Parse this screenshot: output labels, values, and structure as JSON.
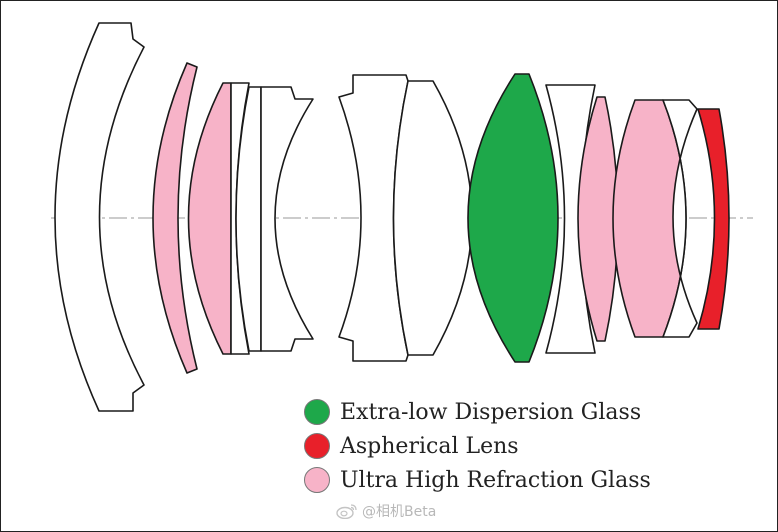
{
  "colors": {
    "extra_low_dispersion": "#1ea84a",
    "aspherical": "#e8202a",
    "ultra_high_refraction": "#f7b3c8",
    "plain_glass": "#ffffff"
  },
  "elements": [
    {
      "name": "lens-element-1",
      "glass": "plain_glass"
    },
    {
      "name": "lens-element-2",
      "glass": "ultra_high_refraction"
    },
    {
      "name": "lens-element-3",
      "glass": "ultra_high_refraction"
    },
    {
      "name": "lens-element-4",
      "glass": "plain_glass"
    },
    {
      "name": "lens-element-5",
      "glass": "plain_glass"
    },
    {
      "name": "lens-element-6",
      "glass": "plain_glass"
    },
    {
      "name": "lens-element-7",
      "glass": "plain_glass"
    },
    {
      "name": "lens-element-8",
      "glass": "plain_glass"
    },
    {
      "name": "lens-element-9",
      "glass": "extra_low_dispersion"
    },
    {
      "name": "lens-element-10",
      "glass": "plain_glass"
    },
    {
      "name": "lens-element-11",
      "glass": "ultra_high_refraction"
    },
    {
      "name": "lens-element-12",
      "glass": "ultra_high_refraction"
    },
    {
      "name": "lens-element-13",
      "glass": "plain_glass"
    },
    {
      "name": "lens-element-14",
      "glass": "aspherical"
    }
  ],
  "legend": {
    "items": [
      {
        "label": "Extra-low Dispersion Glass",
        "glass": "extra_low_dispersion"
      },
      {
        "label": "Aspherical Lens",
        "glass": "aspherical"
      },
      {
        "label": "Ultra High Refraction Glass",
        "glass": "ultra_high_refraction"
      }
    ]
  },
  "watermark": {
    "text": "@相机Beta",
    "icon": "weibo-icon"
  }
}
